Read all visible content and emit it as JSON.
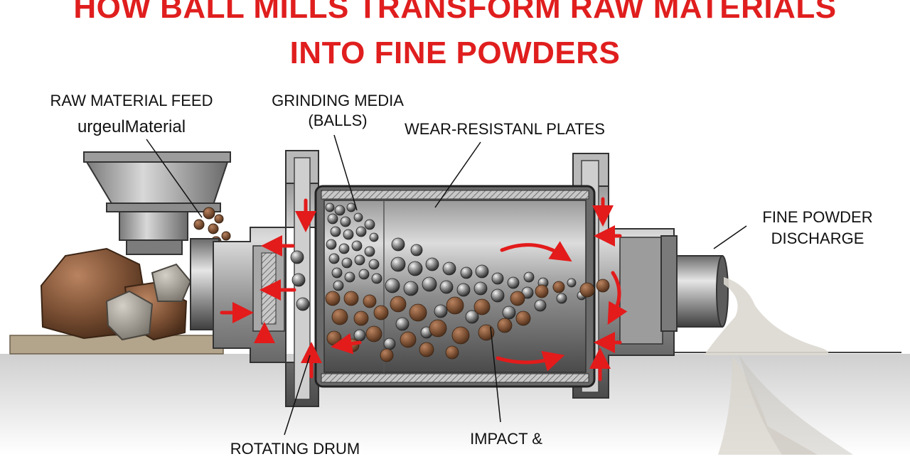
{
  "title": {
    "line1": "HOW BALL MILLS TRANSFORM RAW MATERIALS",
    "line2": "INTO FINE POWDERS"
  },
  "labels": {
    "feed_line1": "RAW MATERIAL FEED",
    "feed_line2": "urgeulMaterial",
    "media_line1": "GRINDING MEDIA",
    "media_line2": "(BALLS)",
    "plates": "WEAR-RESISTANL PLATES",
    "discharge_line1": "FINE POWDER",
    "discharge_line2": "DISCHARGE",
    "drum": "ROTATING DRUM",
    "impact": "IMPACT &"
  },
  "colors": {
    "title": "#e01e1e",
    "arrows": "#e31b1b",
    "steel": "#9aa0a6",
    "rock": "#8a5a3c",
    "powder": "#d8d4cc"
  }
}
